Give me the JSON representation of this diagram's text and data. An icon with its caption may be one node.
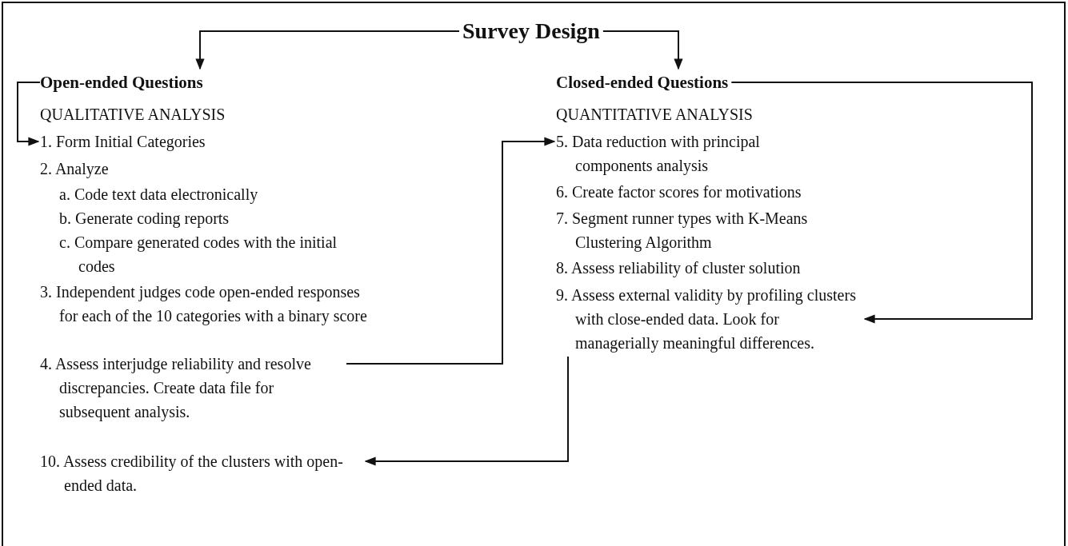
{
  "diagram": {
    "nodes": [
      {
        "text": [
          "Survey Design"
        ]
      },
      {
        "text": [
          "Open-ended Questions"
        ]
      },
      {
        "text": [
          "Closed-ended Questions"
        ]
      },
      {
        "text": [
          "1. Form Initial Categories"
        ]
      },
      {
        "text": [
          "4. Assess interjudge reliability and resolve discrepancies. Create data file for subsequent analysis."
        ]
      },
      {
        "text": [
          "10. Assess credibility of the clusters with open-ended data."
        ]
      },
      {
        "text": [
          "5. Data reduction with principal components analysis"
        ]
      },
      {
        "text": [
          "9. Assess external validity by profiling clusters with close-ended data. Look for managerially meaningful differences."
        ]
      }
    ],
    "edges": [
      {
        "from": 0,
        "to": 1,
        "arrow": "to"
      },
      {
        "from": 0,
        "to": 2,
        "arrow": "to"
      },
      {
        "from": 1,
        "to": 3,
        "arrow": "to"
      },
      {
        "from": 4,
        "to": 6,
        "arrow": "to"
      },
      {
        "from": 2,
        "to": 7,
        "arrow": "to"
      },
      {
        "from": 7,
        "to": 5,
        "arrow": "to"
      }
    ],
    "labels": [
      "QUALITATIVE ANALYSIS",
      "2. Analyze",
      "a. Code text data electronically",
      "b. Generate coding reports",
      "c. Compare generated codes with the initial codes",
      "3. Independent judges code open-ended responses for each of the 10 categories with a binary score",
      "QUANTITATIVE ANALYSIS",
      "6. Create factor scores for motivations",
      "7. Segment runner types with K-Means Clustering Algorithm",
      "8. Assess reliability of cluster solution"
    ]
  }
}
